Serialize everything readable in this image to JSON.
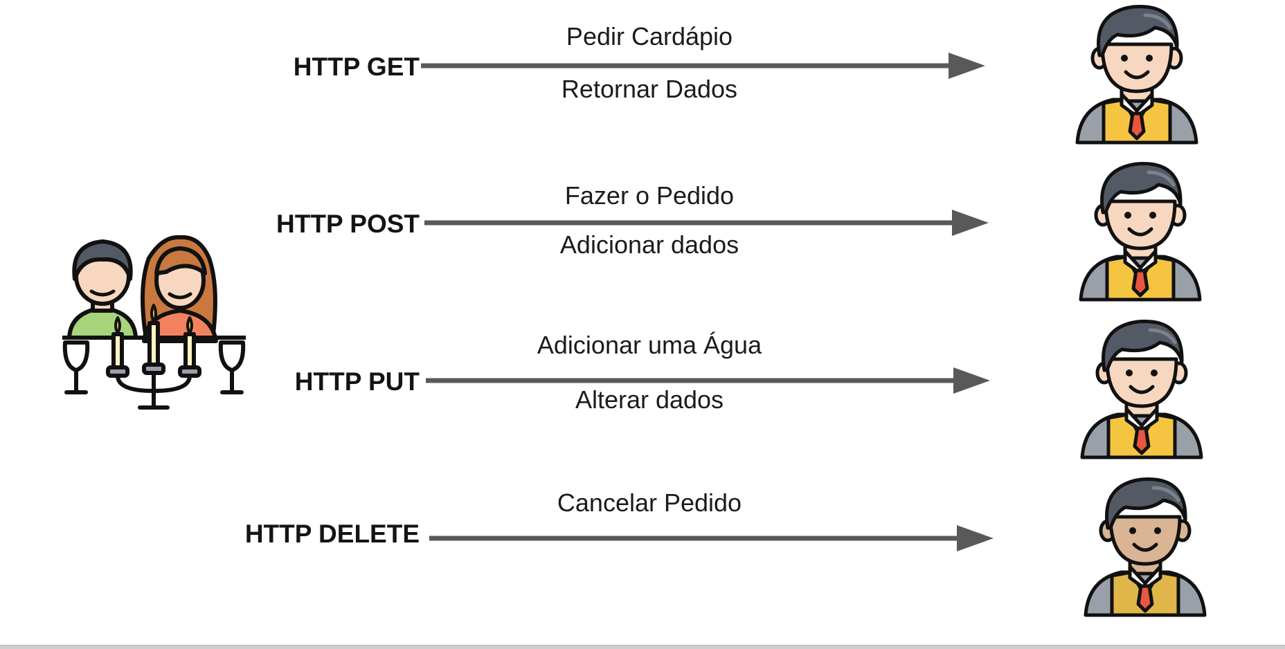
{
  "rows": [
    {
      "method": "HTTP GET",
      "above": "Pedir Cardápio",
      "below": "Retornar Dados"
    },
    {
      "method": "HTTP POST",
      "above": "Fazer o Pedido",
      "below": "Adicionar dados"
    },
    {
      "method": "HTTP PUT",
      "above": "Adicionar uma Água",
      "below": "Alterar dados"
    },
    {
      "method": "HTTP DELETE",
      "above": "Cancelar Pedido",
      "below": ""
    }
  ],
  "icons": {
    "client": "diners-at-table-icon",
    "server": "waiter-icon"
  },
  "colors": {
    "arrow": "#595959",
    "text": "#141414",
    "waiter_vest": "#f5c542",
    "waiter_hair": "#535a66",
    "waiter_skin": "#f7d7bf",
    "waiter_tie": "#e8573f",
    "diner_man_shirt": "#a8d47c",
    "diner_woman_shirt": "#f2825e",
    "diner_woman_hair": "#c9793f"
  }
}
